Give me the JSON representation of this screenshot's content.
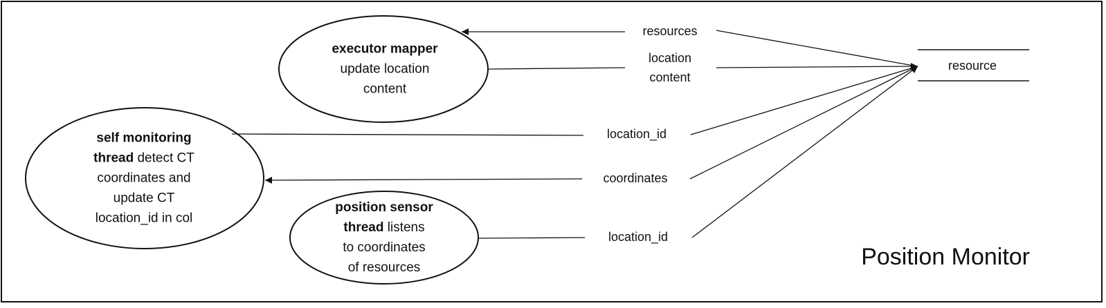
{
  "diagram": {
    "title": "Position Monitor",
    "processes": {
      "executor_mapper": {
        "name": "executor mapper",
        "desc_line1": "update location",
        "desc_line2": "content"
      },
      "self_monitoring": {
        "name_line1": "self monitoring",
        "name_line2": "thread",
        "desc_line2": " detect CT",
        "desc_line3": "coordinates and",
        "desc_line4": "update CT",
        "desc_line5": "location_id in col"
      },
      "position_sensor": {
        "name_line1": "position sensor",
        "name_line2": "thread",
        "desc_line2": " listens",
        "desc_line3": "to coordinates",
        "desc_line4": "of resources"
      }
    },
    "data_store": {
      "label": "resource"
    },
    "flows": {
      "resources": "resources",
      "location_content_line1": "location",
      "location_content_line2": "content",
      "location_id_upper": "location_id",
      "coordinates": "coordinates",
      "location_id_lower": "location_id"
    },
    "colors": {
      "stroke": "#111111",
      "background": "#ffffff"
    }
  }
}
